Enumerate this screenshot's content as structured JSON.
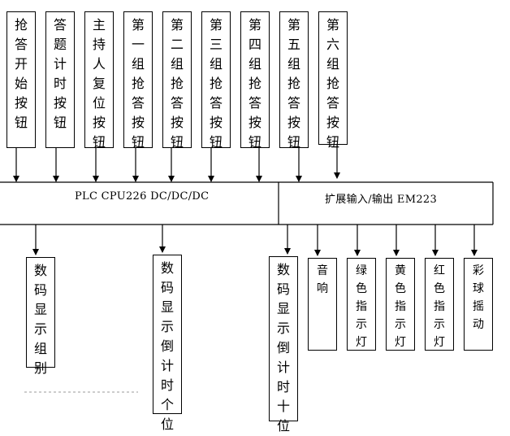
{
  "inputs": [
    {
      "id": "start-button",
      "label": "抢答开始按钮"
    },
    {
      "id": "timer-button",
      "label": "答题计时按钮"
    },
    {
      "id": "host-reset-button",
      "label": "主持人复位按钮"
    },
    {
      "id": "group1-button",
      "label": "第一组抢答按钮"
    },
    {
      "id": "group2-button",
      "label": "第二组抢答按钮"
    },
    {
      "id": "group3-button",
      "label": "第三组抢答按钮"
    },
    {
      "id": "group4-button",
      "label": "第四组抢答按钮"
    },
    {
      "id": "group5-button",
      "label": "第五组抢答按钮"
    },
    {
      "id": "group6-button",
      "label": "第六组抢答按钮"
    }
  ],
  "controllers": {
    "plc": "PLC CPU226 DC/DC/DC",
    "expansion": "扩展输入/输出 EM223"
  },
  "outputs": [
    {
      "id": "display-group",
      "label": "数码显示组别"
    },
    {
      "id": "display-countdown-ones",
      "label": "数码显示倒计时个位"
    },
    {
      "id": "display-countdown-tens",
      "label": "数码显示倒计时十位"
    },
    {
      "id": "sound",
      "label": "音响"
    },
    {
      "id": "green-light",
      "label": "绿色指示灯"
    },
    {
      "id": "yellow-light",
      "label": "黄色指示灯"
    },
    {
      "id": "red-light",
      "label": "红色指示灯"
    },
    {
      "id": "ball-motor",
      "label": "彩球摇动"
    }
  ]
}
